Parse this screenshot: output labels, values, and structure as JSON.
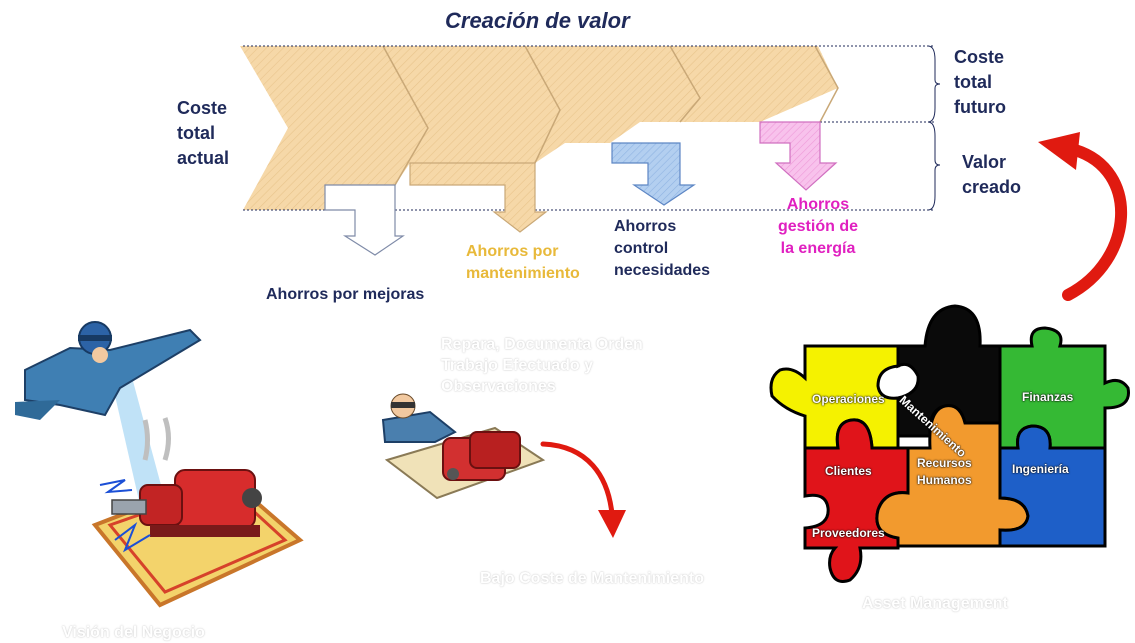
{
  "diagram": {
    "title": "Creación de valor",
    "left_label": [
      "Coste",
      "total",
      "actual"
    ],
    "right_top_label": [
      "Coste",
      "total",
      "futuro"
    ],
    "right_bottom_label": [
      "Valor",
      "creado"
    ],
    "savings": {
      "mejoras": "Ahorros por mejoras",
      "mantenimiento": [
        "Ahorros por",
        "mantenimiento"
      ],
      "control": [
        "Ahorros",
        "control",
        "necesidades"
      ],
      "energia": [
        "Ahorros",
        "gestión de",
        "la energía"
      ]
    },
    "colors": {
      "navy": "#1f2a5a",
      "tan": "#f5d7a5",
      "blue": "#a8c8ec",
      "pink": "#f6b6e6",
      "yellow_text": "#e8b93a",
      "magenta_text": "#e020c0",
      "red_arrow": "#e01a10"
    }
  },
  "captions": {
    "repair": [
      "Repara, Documenta Orden",
      "Trabajo Efectuado y",
      "Observaciones"
    ],
    "low_cost": "Bajo Coste de Mantenimiento",
    "vision": "Visión del Negocio",
    "asset": "Asset Management"
  },
  "puzzle": {
    "operaciones": "Operaciones",
    "mantenimiento": "Mantenimiento",
    "finanzas": "Finanzas",
    "clientes": "Clientes",
    "rrhh": [
      "Recursos",
      "Humanos"
    ],
    "ingenieria": "Ingeniería",
    "proveedores": "Proveedores"
  },
  "icons": [
    "worker-pointing-icon",
    "motor-machine-icon",
    "technician-repair-icon"
  ]
}
